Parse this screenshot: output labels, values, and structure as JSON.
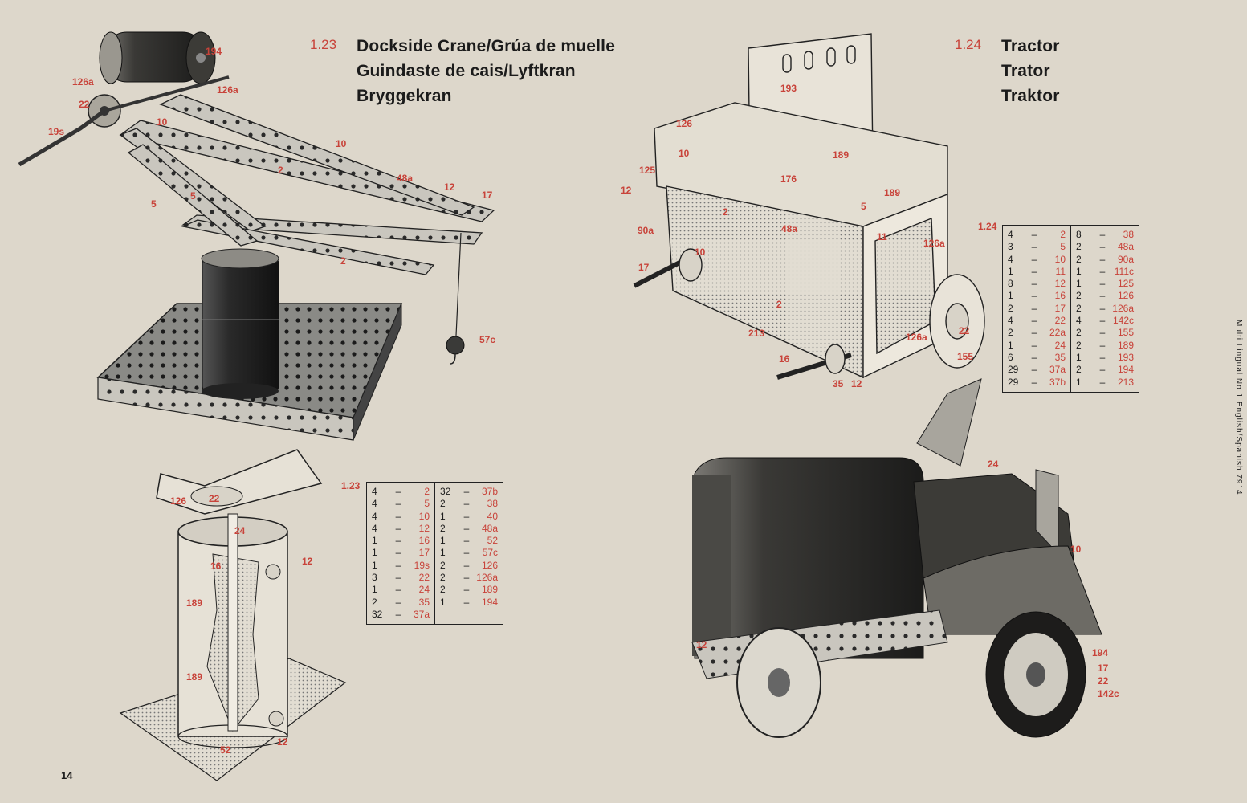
{
  "page_number": "14",
  "side_text": "Multi Lingual No 1 English/Spanish 7914",
  "colors": {
    "paper": "#ddd7cb",
    "ink": "#1b1b1b",
    "accent": "#c8433a"
  },
  "crane": {
    "number": "1.23",
    "title_lines": [
      "Dockside Crane/Grúa de muelle",
      "Guindaste de cais/Lyftkran",
      "Bryggekran"
    ],
    "labels": [
      "194",
      "126a",
      "126a",
      "22",
      "19s",
      "10",
      "10",
      "2",
      "48a",
      "12",
      "17",
      "5",
      "5",
      "2",
      "57c"
    ],
    "detail_labels": [
      "126",
      "22",
      "24",
      "12",
      "16",
      "189",
      "189",
      "12",
      "52"
    ],
    "parts_tag": "1.23",
    "parts_col1": [
      {
        "q": "4",
        "p": "2"
      },
      {
        "q": "4",
        "p": "5"
      },
      {
        "q": "4",
        "p": "10"
      },
      {
        "q": "4",
        "p": "12"
      },
      {
        "q": "1",
        "p": "16"
      },
      {
        "q": "1",
        "p": "17"
      },
      {
        "q": "1",
        "p": "19s"
      },
      {
        "q": "3",
        "p": "22"
      },
      {
        "q": "1",
        "p": "24"
      },
      {
        "q": "2",
        "p": "35"
      },
      {
        "q": "32",
        "p": "37a"
      }
    ],
    "parts_col2": [
      {
        "q": "32",
        "p": "37b"
      },
      {
        "q": "2",
        "p": "38"
      },
      {
        "q": "1",
        "p": "40"
      },
      {
        "q": "2",
        "p": "48a"
      },
      {
        "q": "1",
        "p": "52"
      },
      {
        "q": "1",
        "p": "57c"
      },
      {
        "q": "2",
        "p": "126"
      },
      {
        "q": "2",
        "p": "126a"
      },
      {
        "q": "2",
        "p": "189"
      },
      {
        "q": "1",
        "p": "194"
      }
    ]
  },
  "tractor": {
    "number": "1.24",
    "title_lines": [
      "Tractor",
      "Trator",
      "Traktor"
    ],
    "labels": [
      "193",
      "126",
      "10",
      "125",
      "12",
      "176",
      "189",
      "189",
      "2",
      "5",
      "90a",
      "48a",
      "11",
      "126a",
      "17",
      "10",
      "2",
      "213",
      "126a",
      "22",
      "16",
      "35",
      "12",
      "155"
    ],
    "photo_labels": [
      "24",
      "10",
      "12",
      "194",
      "17",
      "22",
      "142c"
    ],
    "parts_tag": "1.24",
    "parts_col1": [
      {
        "q": "4",
        "p": "2"
      },
      {
        "q": "3",
        "p": "5"
      },
      {
        "q": "4",
        "p": "10"
      },
      {
        "q": "1",
        "p": "11"
      },
      {
        "q": "8",
        "p": "12"
      },
      {
        "q": "1",
        "p": "16"
      },
      {
        "q": "2",
        "p": "17"
      },
      {
        "q": "4",
        "p": "22"
      },
      {
        "q": "2",
        "p": "22a"
      },
      {
        "q": "1",
        "p": "24"
      },
      {
        "q": "6",
        "p": "35"
      },
      {
        "q": "29",
        "p": "37a"
      },
      {
        "q": "29",
        "p": "37b"
      }
    ],
    "parts_col2": [
      {
        "q": "8",
        "p": "38"
      },
      {
        "q": "2",
        "p": "48a"
      },
      {
        "q": "2",
        "p": "90a"
      },
      {
        "q": "1",
        "p": "111c"
      },
      {
        "q": "1",
        "p": "125"
      },
      {
        "q": "2",
        "p": "126"
      },
      {
        "q": "2",
        "p": "126a"
      },
      {
        "q": "4",
        "p": "142c"
      },
      {
        "q": "2",
        "p": "155"
      },
      {
        "q": "2",
        "p": "189"
      },
      {
        "q": "1",
        "p": "193"
      },
      {
        "q": "2",
        "p": "194"
      },
      {
        "q": "1",
        "p": "213"
      }
    ]
  }
}
